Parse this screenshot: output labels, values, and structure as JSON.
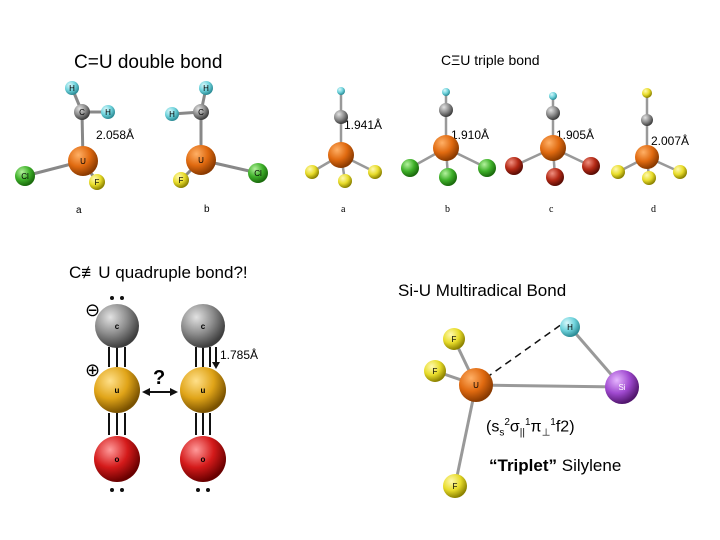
{
  "panels": {
    "double": {
      "title": "C=U double bond",
      "bond_length": "2.058Å",
      "labels": [
        "a",
        "b"
      ],
      "atoms": {
        "H": "H",
        "C": "C",
        "U": "U",
        "F": "F",
        "Cl": "Cl"
      }
    },
    "triple": {
      "title": "CΞU triple bond",
      "lengths": [
        "1.941Å",
        "1.910Å",
        "1.905Å",
        "2.007Å"
      ],
      "labels": [
        "a",
        "b",
        "c",
        "d"
      ]
    },
    "quadruple": {
      "title": "C≢U quadruple bond?!",
      "bond_length": "1.785Å",
      "question": "?",
      "minus": "⊖",
      "plus": "⊕",
      "atoms": {
        "C": "c",
        "U": "u",
        "O": "o"
      }
    },
    "silylene": {
      "title": "Si-U Multiradical Bond",
      "config": {
        "open": "(s",
        "s": "s",
        "two": "2",
        "sigma": "σ",
        "par": "||",
        "one1": "1",
        "pi": "π",
        "perp": "⊥",
        "one2": "1",
        "close": "f2)"
      },
      "caption_bold": "“Triplet”",
      "caption_rest": " Silylene",
      "atoms": {
        "F": "F",
        "U": "U",
        "H": "H",
        "Si": "Si"
      }
    }
  },
  "colors": {
    "uranium": "#e06a10",
    "carbon": "#8c8c8c",
    "hydrogen": "#6fd3dc",
    "chlorine": "#3fb12a",
    "fluorine": "#e8dc2a",
    "chlorine_red": "#b52a16",
    "oxygen": "#d41a1a",
    "uranium_gold": "#e0a418",
    "silicon": "#a04ad0"
  }
}
